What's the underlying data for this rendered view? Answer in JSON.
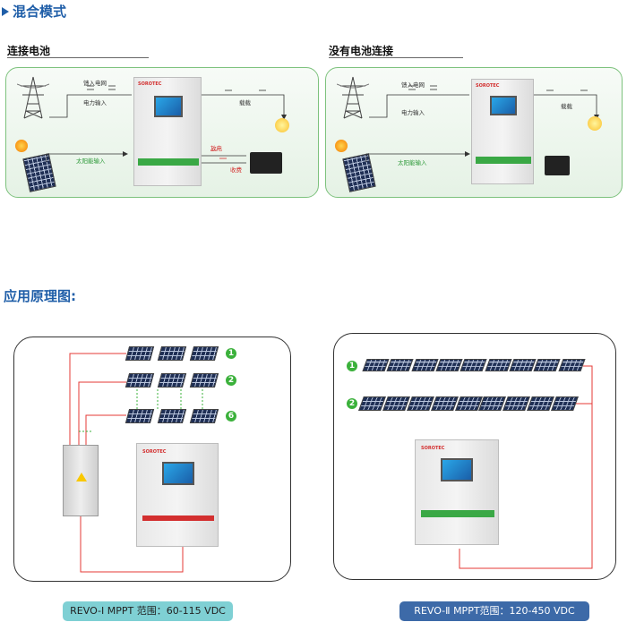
{
  "section1": {
    "title": "混合模式",
    "marker_icon": "triangle-right-icon"
  },
  "panel_left": {
    "subtitle": "连接电池",
    "labels": {
      "grid_feed": "馈入电网",
      "grid_input": "电力输入",
      "load": "载载",
      "solar_input": "太阳能输入",
      "discharge": "放电",
      "charge": "收费"
    },
    "inverter_brand": "SOROTEC"
  },
  "panel_right": {
    "subtitle": "没有电池连接",
    "labels": {
      "grid_feed": "馈入电网",
      "grid_input": "电力输入",
      "load": "载载",
      "solar_input": "太阳能输入"
    },
    "inverter_brand": "SOROTEC"
  },
  "section2": {
    "title": "应用原理图:"
  },
  "diagram_left": {
    "string_numbers": [
      "1",
      "2",
      "6"
    ],
    "caption": "REVO-Ⅰ MPPT 范围：60-115 VDC",
    "caption_color": "#7fd0d4",
    "inverter_brand": "SOROTEC"
  },
  "diagram_right": {
    "string_numbers": [
      "1",
      "2"
    ],
    "caption": "REVO-Ⅱ MPPT范围：120-450 VDC",
    "caption_color": "#3d6aa8",
    "inverter_brand": "SOROTEC"
  },
  "colors": {
    "title_blue": "#1f5ea8",
    "panel_border": "#7dc27d",
    "wire_red": "#e53935",
    "badge_green": "#3bb13b"
  }
}
